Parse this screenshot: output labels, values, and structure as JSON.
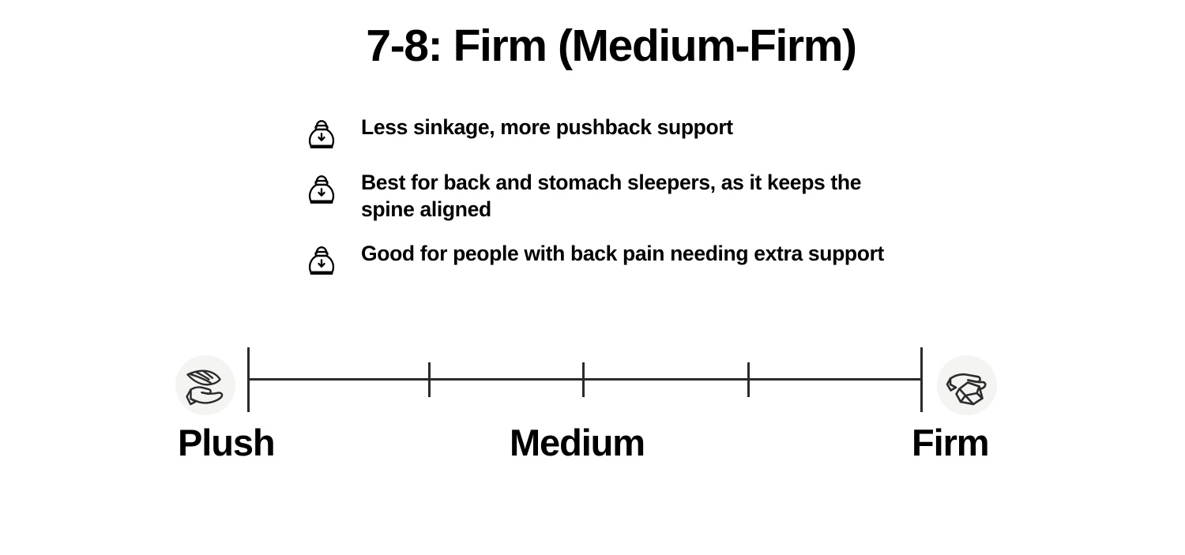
{
  "page": {
    "title": "7-8: Firm (Medium-Firm)",
    "background_color": "#ffffff",
    "text_color": "#000000"
  },
  "bullets": [
    {
      "icon": "kettlebell-down-arrow-icon",
      "text": "Less sinkage, more pushback support"
    },
    {
      "icon": "kettlebell-down-arrow-icon",
      "text": "Best for back and stomach sleepers, as it keeps the spine aligned"
    },
    {
      "icon": "kettlebell-down-arrow-icon",
      "text": "Good for people with back pain needing extra support"
    }
  ],
  "chart_data": {
    "type": "scale",
    "title": "Firmness scale",
    "orientation": "horizontal",
    "line_color": "#2b2b2b",
    "axis_range": [
      0,
      4
    ],
    "tick_positions": [
      0,
      1,
      2,
      3,
      4
    ],
    "tick_styles": [
      "end",
      "mid",
      "mid",
      "mid",
      "end"
    ],
    "labels": [
      {
        "text": "Plush",
        "position": 0
      },
      {
        "text": "Medium",
        "position": 2
      },
      {
        "text": "Firm",
        "position": 4
      }
    ],
    "end_icons": [
      {
        "name": "feather-in-hand-icon",
        "side": "left",
        "meaning": "Plush",
        "circle_color": "#f4f4f3"
      },
      {
        "name": "rock-in-hand-icon",
        "side": "right",
        "meaning": "Firm",
        "circle_color": "#f4f4f3"
      }
    ]
  },
  "scale": {
    "plush_label": "Plush",
    "medium_label": "Medium",
    "firm_label": "Firm"
  }
}
